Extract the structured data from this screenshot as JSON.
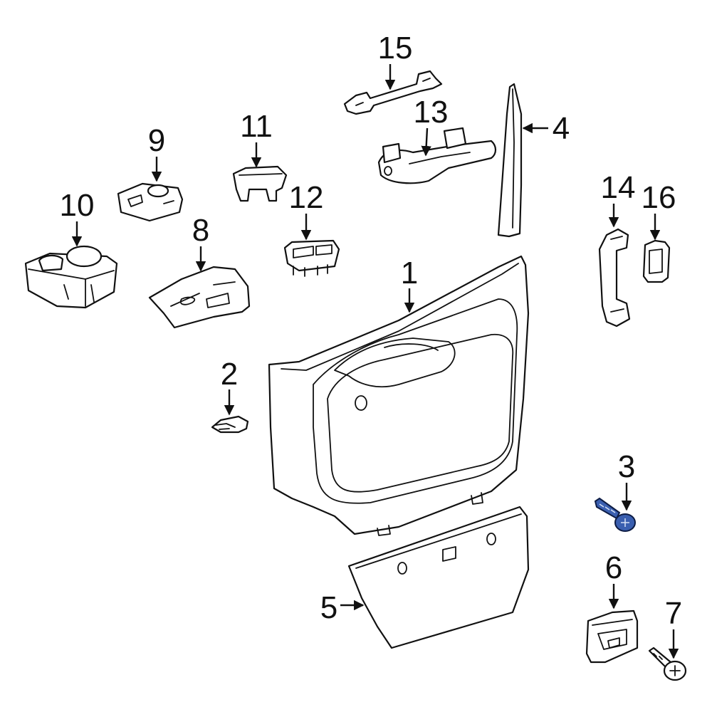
{
  "diagram": {
    "accent_color": "#3a5fb0",
    "callouts": [
      {
        "id": "c1",
        "label": "1"
      },
      {
        "id": "c2",
        "label": "2"
      },
      {
        "id": "c3",
        "label": "3"
      },
      {
        "id": "c4",
        "label": "4"
      },
      {
        "id": "c5",
        "label": "5"
      },
      {
        "id": "c6",
        "label": "6"
      },
      {
        "id": "c7",
        "label": "7"
      },
      {
        "id": "c8",
        "label": "8"
      },
      {
        "id": "c9",
        "label": "9"
      },
      {
        "id": "c10",
        "label": "10"
      },
      {
        "id": "c11",
        "label": "11"
      },
      {
        "id": "c12",
        "label": "12"
      },
      {
        "id": "c13",
        "label": "13"
      },
      {
        "id": "c14",
        "label": "14"
      },
      {
        "id": "c15",
        "label": "15"
      },
      {
        "id": "c16",
        "label": "16"
      }
    ]
  }
}
